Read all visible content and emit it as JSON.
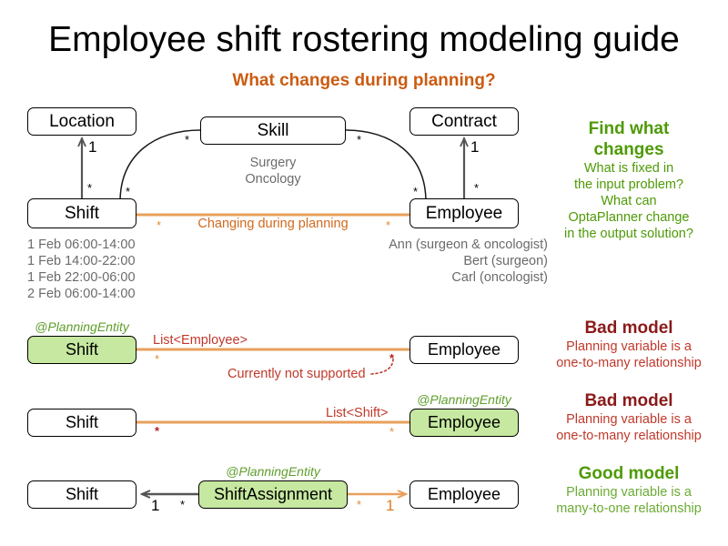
{
  "page": {
    "title": "Employee shift rostering modeling guide",
    "subtitle": "What changes during planning?"
  },
  "colors": {
    "orange_line": "#e8a05c",
    "subtitle_orange": "#cc5b11",
    "green_fill": "#c6e8a0",
    "green_text": "#4e9a06",
    "stereotype_green": "#5f9e2c",
    "bad_head_red": "#8b1a1a",
    "bad_body_red": "#c0392b",
    "gray_text": "#6b6b6b",
    "black": "#000000"
  },
  "domain_diagram": {
    "nodes": {
      "location": "Location",
      "skill": "Skill",
      "contract": "Contract",
      "shift": "Shift",
      "employee": "Employee"
    },
    "multiplicities": {
      "location_one": "1",
      "contract_one": "1",
      "shift_to_location_many": "*",
      "shift_to_skill_many": "*",
      "skill_left_many": "*",
      "skill_right_many": "*",
      "employee_to_skill_many": "*",
      "employee_to_contract_many": "*",
      "shift_to_employee_many": "*",
      "employee_to_shift_many": "*"
    },
    "skill_examples": [
      "Surgery",
      "Oncology"
    ],
    "shift_examples": [
      "1 Feb 06:00-14:00",
      "1 Feb 14:00-22:00",
      "1 Feb 22:00-06:00",
      "2 Feb 06:00-14:00"
    ],
    "employee_examples": [
      "Ann (surgeon & oncologist)",
      "Bert (surgeon)",
      "Carl (oncologist)"
    ],
    "changing_label": "Changing during planning",
    "callout": {
      "head_line1": "Find what",
      "head_line2": "changes",
      "body_line1": "What is fixed in",
      "body_line2": "the input problem?",
      "body_line3": "What can",
      "body_line4": "OptaPlanner change",
      "body_line5": "in the output solution?"
    }
  },
  "models": [
    {
      "id": "bad-model-1",
      "left_node": "Shift",
      "left_green": true,
      "left_stereotype": "@PlanningEntity",
      "right_node": "Employee",
      "right_green": false,
      "right_stereotype": "",
      "edge_label": "List<Employee>",
      "left_mult": "*",
      "right_mult": "*",
      "annotation": "Currently not supported",
      "callout_head": "Bad model",
      "callout_body_line1": "Planning variable is a",
      "callout_body_line2": "one-to-many relationship",
      "verdict": "bad"
    },
    {
      "id": "bad-model-2",
      "left_node": "Shift",
      "left_green": false,
      "left_stereotype": "",
      "right_node": "Employee",
      "right_green": true,
      "right_stereotype": "@PlanningEntity",
      "edge_label": "List<Shift>",
      "left_mult": "*",
      "right_mult": "*",
      "annotation": "",
      "callout_head": "Bad model",
      "callout_body_line1": "Planning variable is a",
      "callout_body_line2": "one-to-many relationship",
      "verdict": "bad"
    },
    {
      "id": "good-model",
      "left_node": "Shift",
      "middle_node": "ShiftAssignment",
      "middle_stereotype": "@PlanningEntity",
      "right_node": "Employee",
      "left_mult_near_shift": "1",
      "left_mult_near_assignment": "*",
      "right_mult_near_assignment": "*",
      "right_mult_near_employee": "1",
      "callout_head": "Good model",
      "callout_body_line1": "Planning variable is a",
      "callout_body_line2": "many-to-one relationship",
      "verdict": "good"
    }
  ]
}
